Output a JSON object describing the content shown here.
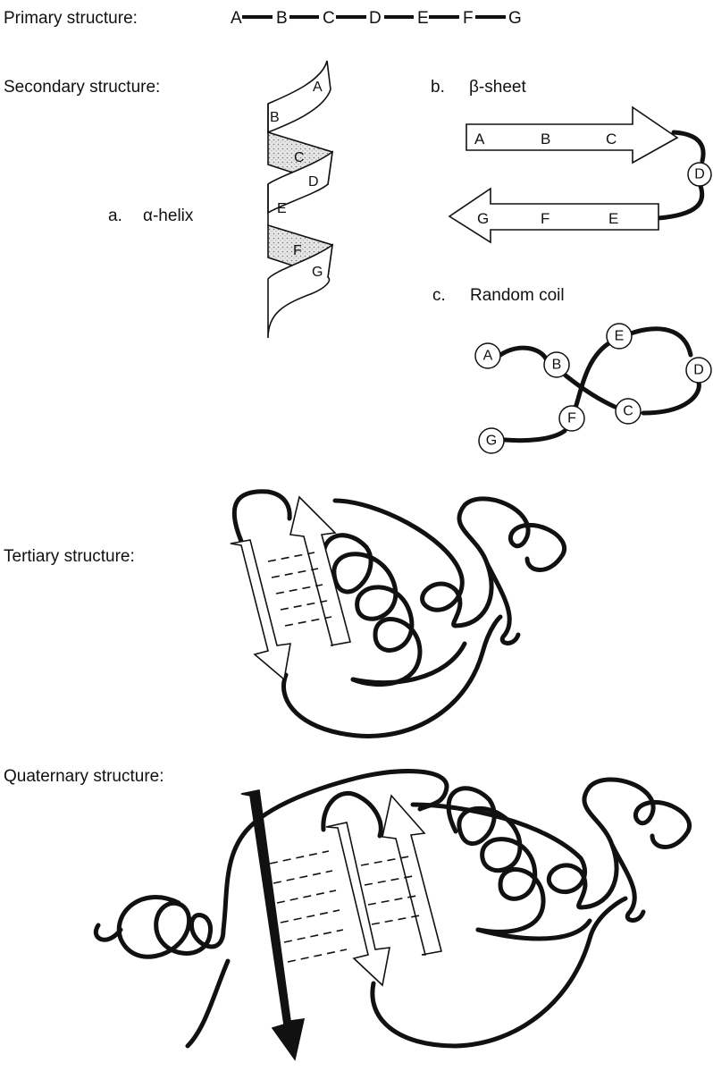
{
  "primary": {
    "label": "Primary structure:",
    "sequence": [
      "A",
      "B",
      "C",
      "D",
      "E",
      "F",
      "G"
    ]
  },
  "secondary": {
    "label": "Secondary structure:",
    "alpha": {
      "marker": "a.",
      "name": "α-helix",
      "letters": [
        "A",
        "B",
        "C",
        "D",
        "E",
        "F",
        "G"
      ]
    },
    "beta": {
      "marker": "b.",
      "name": "β-sheet",
      "top_strand": [
        "A",
        "B",
        "C"
      ],
      "turn": "D",
      "bottom_strand": [
        "G",
        "F",
        "E"
      ]
    },
    "coil": {
      "marker": "c.",
      "name": "Random coil",
      "nodes": [
        "A",
        "B",
        "C",
        "D",
        "E",
        "F",
        "G"
      ]
    }
  },
  "tertiary": {
    "label": "Tertiary structure:"
  },
  "quaternary": {
    "label": "Quaternary structure:"
  },
  "colors": {
    "ink": "#111111",
    "paper": "#ffffff",
    "stipple": "#cfcfcf"
  }
}
